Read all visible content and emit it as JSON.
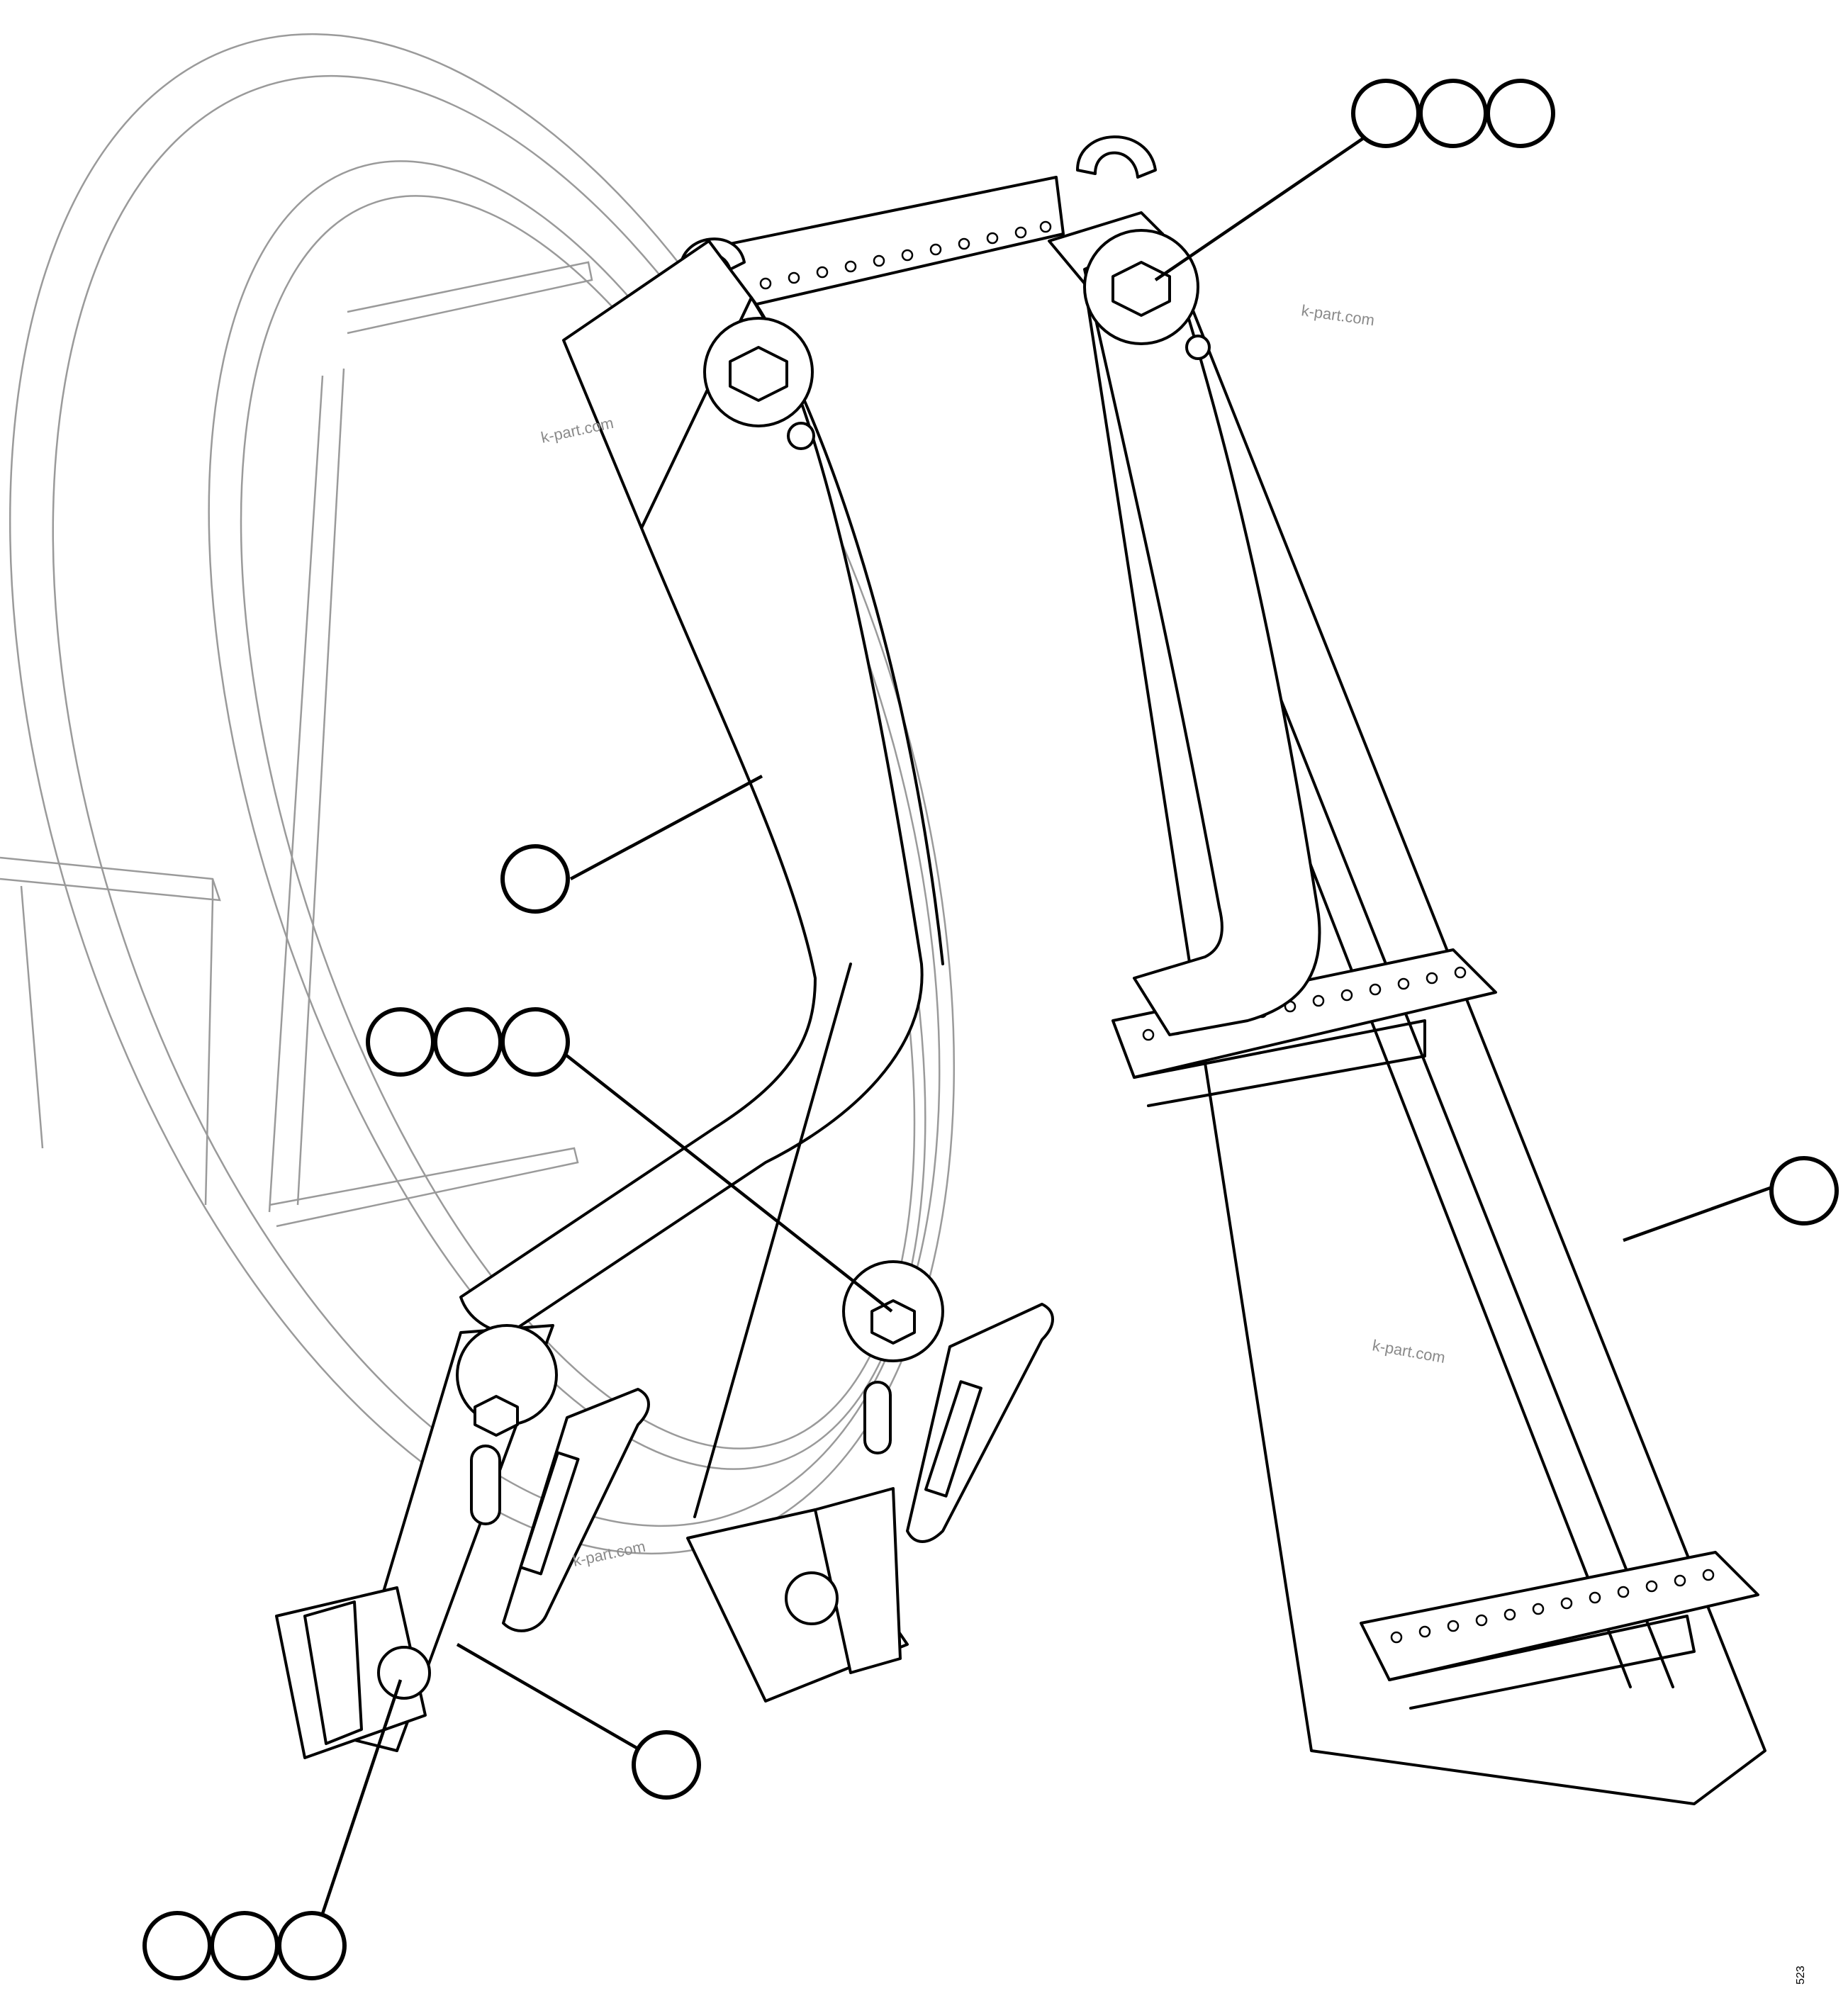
{
  "watermarks": [
    "k-part.com",
    "k-part.com",
    "k-part.com",
    "k-part.com"
  ],
  "drawing_code": "523",
  "callout_groups": [
    {
      "name": "top-right-fastener",
      "balloon_count": 3
    },
    {
      "name": "center-fastener",
      "balloon_count": 3
    },
    {
      "name": "bottom-left-fastener",
      "balloon_count": 3
    },
    {
      "name": "upper-arm",
      "balloon_count": 1
    },
    {
      "name": "lower-bracket",
      "balloon_count": 1
    },
    {
      "name": "ladder-frame",
      "balloon_count": 1
    }
  ],
  "colors": {
    "line": "#000000",
    "ghost": "#9a9a9a",
    "watermark": "#8a8a8a",
    "background": "#ffffff"
  }
}
